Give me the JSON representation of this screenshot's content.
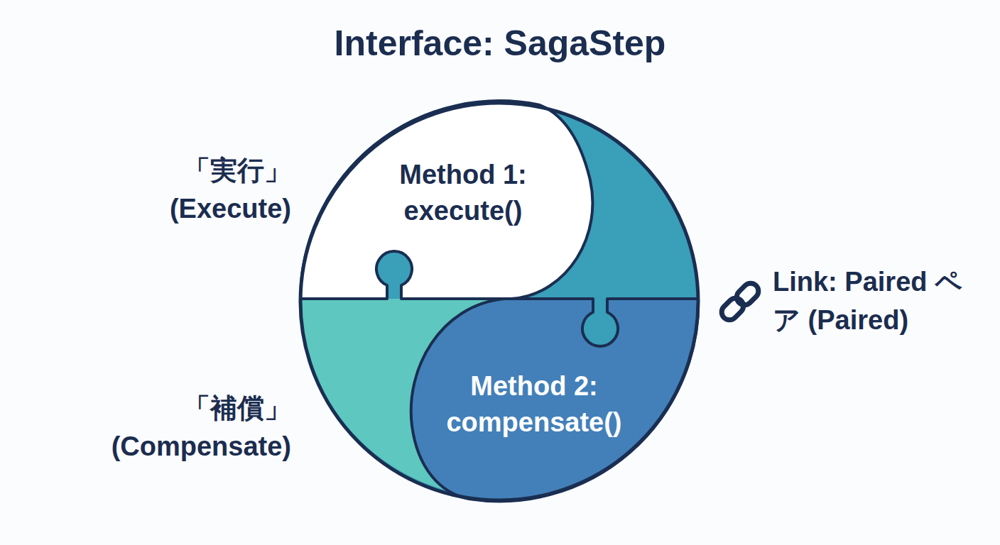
{
  "diagram": {
    "title": "Interface: SagaStep",
    "nodes": [
      {
        "text": [
          "Method 1: execute()"
        ]
      },
      {
        "text": [
          "Method 2: compensate()"
        ]
      }
    ],
    "labels": [
      "「実行」 (Execute)",
      "「補償」 (Compensate)",
      "Link: Paired ペア (Paired)"
    ]
  }
}
